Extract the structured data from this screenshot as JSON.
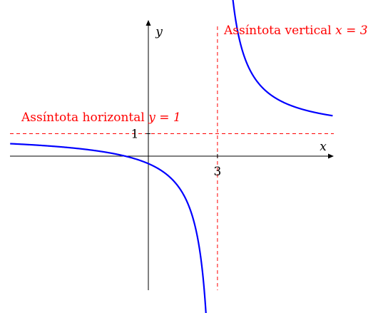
{
  "chart_data": {
    "type": "line",
    "function": "y = (x + 1) / (x - 3)",
    "xlim": [
      -6,
      8
    ],
    "ylim": [
      -6,
      6
    ],
    "x_tick_labels": [
      "3"
    ],
    "y_tick_labels": [
      "1"
    ],
    "xlabel": "x",
    "ylabel": "y",
    "series": [
      {
        "color": "#0000ff",
        "branches": [
          {
            "x": [
              -6,
              -4,
              -2,
              -1,
              0,
              1,
              2,
              2.5,
              2.75,
              2.9,
              2.95
            ],
            "y": [
              0.56,
              0.43,
              0.2,
              0,
              -0.33,
              -1,
              -3,
              -7,
              -15,
              -39,
              -79
            ]
          },
          {
            "x": [
              3.05,
              3.2,
              3.5,
              4,
              5,
              6,
              8
            ],
            "y": [
              81,
              21,
              9,
              5,
              3,
              2.33,
              1.8
            ]
          }
        ]
      }
    ],
    "asymptotes": [
      {
        "kind": "vertical",
        "value": 3,
        "label_prefix": "Assíntota vertical ",
        "label_math": "x = 3",
        "color": "#ff0000"
      },
      {
        "kind": "horizontal",
        "value": 1,
        "label_prefix": "Assíntota horizontal ",
        "label_math": "y = 1",
        "color": "#ff0000"
      }
    ]
  },
  "colors": {
    "axes": "#000000",
    "curve": "#0000ff",
    "asymptote": "#ff0000"
  }
}
